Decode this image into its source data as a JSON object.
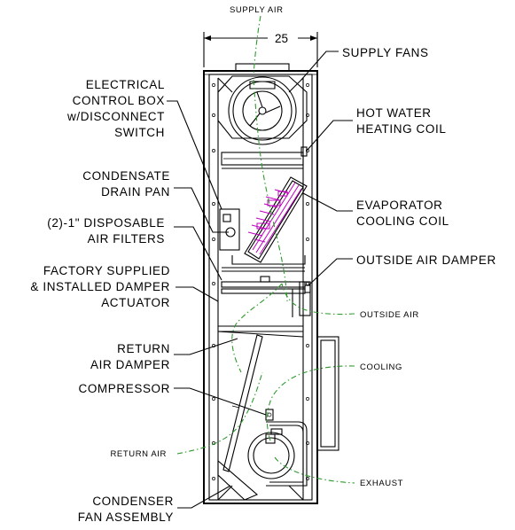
{
  "labels": {
    "supply_air": "SUPPLY AIR",
    "width_dimension": "25",
    "supply_fans": "SUPPLY FANS",
    "electrical_box_1": "ELECTRICAL",
    "electrical_box_2": "CONTROL BOX",
    "electrical_box_3": "w/DISCONNECT",
    "electrical_box_4": "SWITCH",
    "hot_water_1": "HOT WATER",
    "hot_water_2": "HEATING COIL",
    "condensate_1": "CONDENSATE",
    "condensate_2": "DRAIN PAN",
    "evaporator_1": "EVAPORATOR",
    "evaporator_2": "COOLING COIL",
    "filters_1": "(2)-1\" DISPOSABLE",
    "filters_2": "AIR FILTERS",
    "outside_damper": "OUTSIDE AIR DAMPER",
    "factory_1": "FACTORY SUPPLIED",
    "factory_2": "& INSTALLED DAMPER",
    "factory_3": "ACTUATOR",
    "outside_air": "OUTSIDE AIR",
    "return_damper_1": "RETURN",
    "return_damper_2": "AIR DAMPER",
    "cooling": "COOLING",
    "compressor": "COMPRESSOR",
    "return_air": "RETURN AIR",
    "exhaust": "EXHAUST",
    "condenser_1": "CONDENSER",
    "condenser_2": "FAN ASSEMBLY"
  },
  "colors": {
    "airflow": "#2e9a2e",
    "coil": "#c000c0",
    "linework": "#000000"
  }
}
